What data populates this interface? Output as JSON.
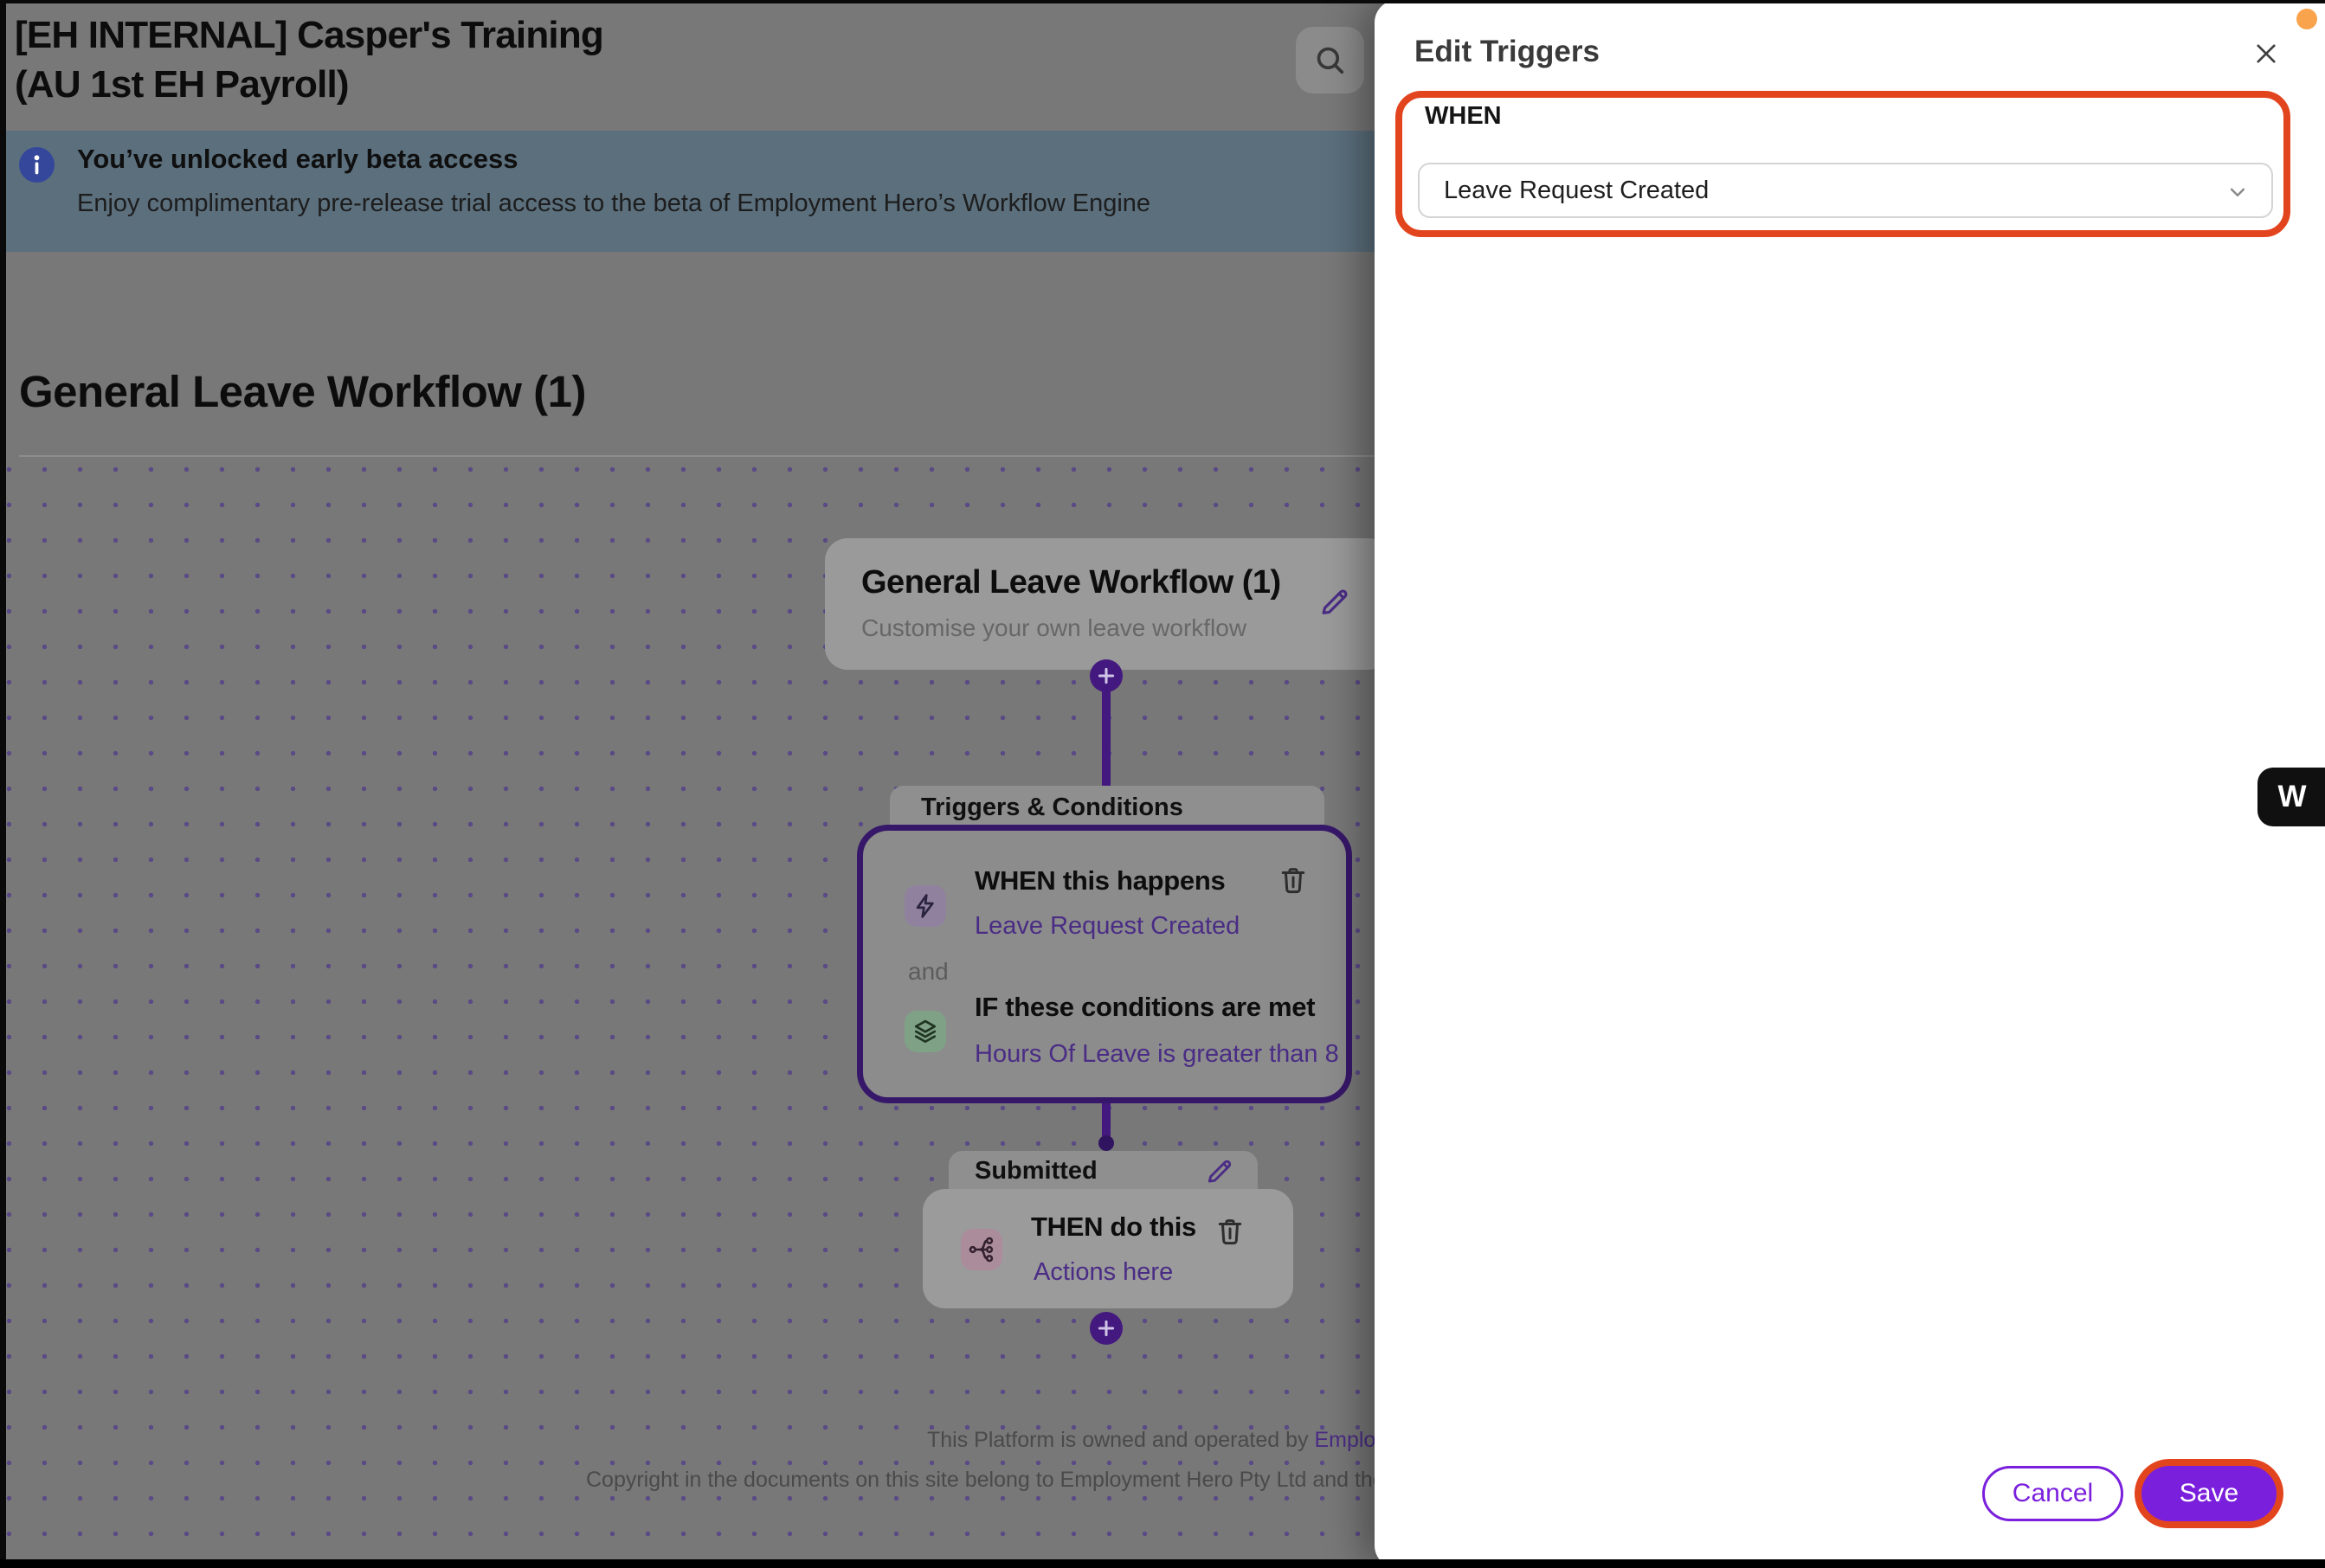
{
  "header": {
    "org_title_line1": "[EH INTERNAL] Casper's Training",
    "org_title_line2": "(AU 1st EH Payroll)"
  },
  "banner": {
    "title": "You’ve unlocked early beta access",
    "subtitle": "Enjoy complimentary pre-release trial access to the beta of Employment Hero’s Workflow Engine"
  },
  "page": {
    "heading": "General Leave Workflow (1)"
  },
  "canvas": {
    "workflow_card": {
      "title": "General Leave Workflow (1)",
      "subtitle": "Customise your own leave workflow"
    },
    "triggers_group": {
      "label": "Triggers & Conditions",
      "when_heading": "WHEN this happens",
      "when_value": "Leave Request Created",
      "conjunction": "and",
      "if_heading": "IF these conditions are met",
      "if_value": "Hours Of Leave is greater than 8"
    },
    "stage": {
      "label": "Submitted",
      "then_heading": "THEN do this",
      "then_value": "Actions here"
    }
  },
  "footer": {
    "line1_prefix": "This Platform is owned and operated by ",
    "line1_link": "Employment",
    "line2": "Copyright in the documents on this site belong to Employment Hero Pty Ltd and they cannot b"
  },
  "panel": {
    "title": "Edit Triggers",
    "when_label": "WHEN",
    "trigger_select_value": "Leave Request Created",
    "cancel_label": "Cancel",
    "save_label": "Save"
  },
  "widget": {
    "label": "W"
  },
  "icons": {
    "search": "magnifier",
    "info": "info-circle",
    "edit": "pencil",
    "delete": "trash",
    "trigger": "lightning-bolt",
    "condition": "layers",
    "action": "branch",
    "close": "x",
    "dropdown": "chevron-down",
    "add": "plus-circle"
  },
  "colors": {
    "accent_purple": "#7a1fdc",
    "annotation_orange": "#e2441e",
    "marker_orange": "#f9a44c",
    "info_blue": "#34479b",
    "banner_bg_dimmed": "#5b6f7d",
    "backdrop_dimmed": "#787878"
  }
}
